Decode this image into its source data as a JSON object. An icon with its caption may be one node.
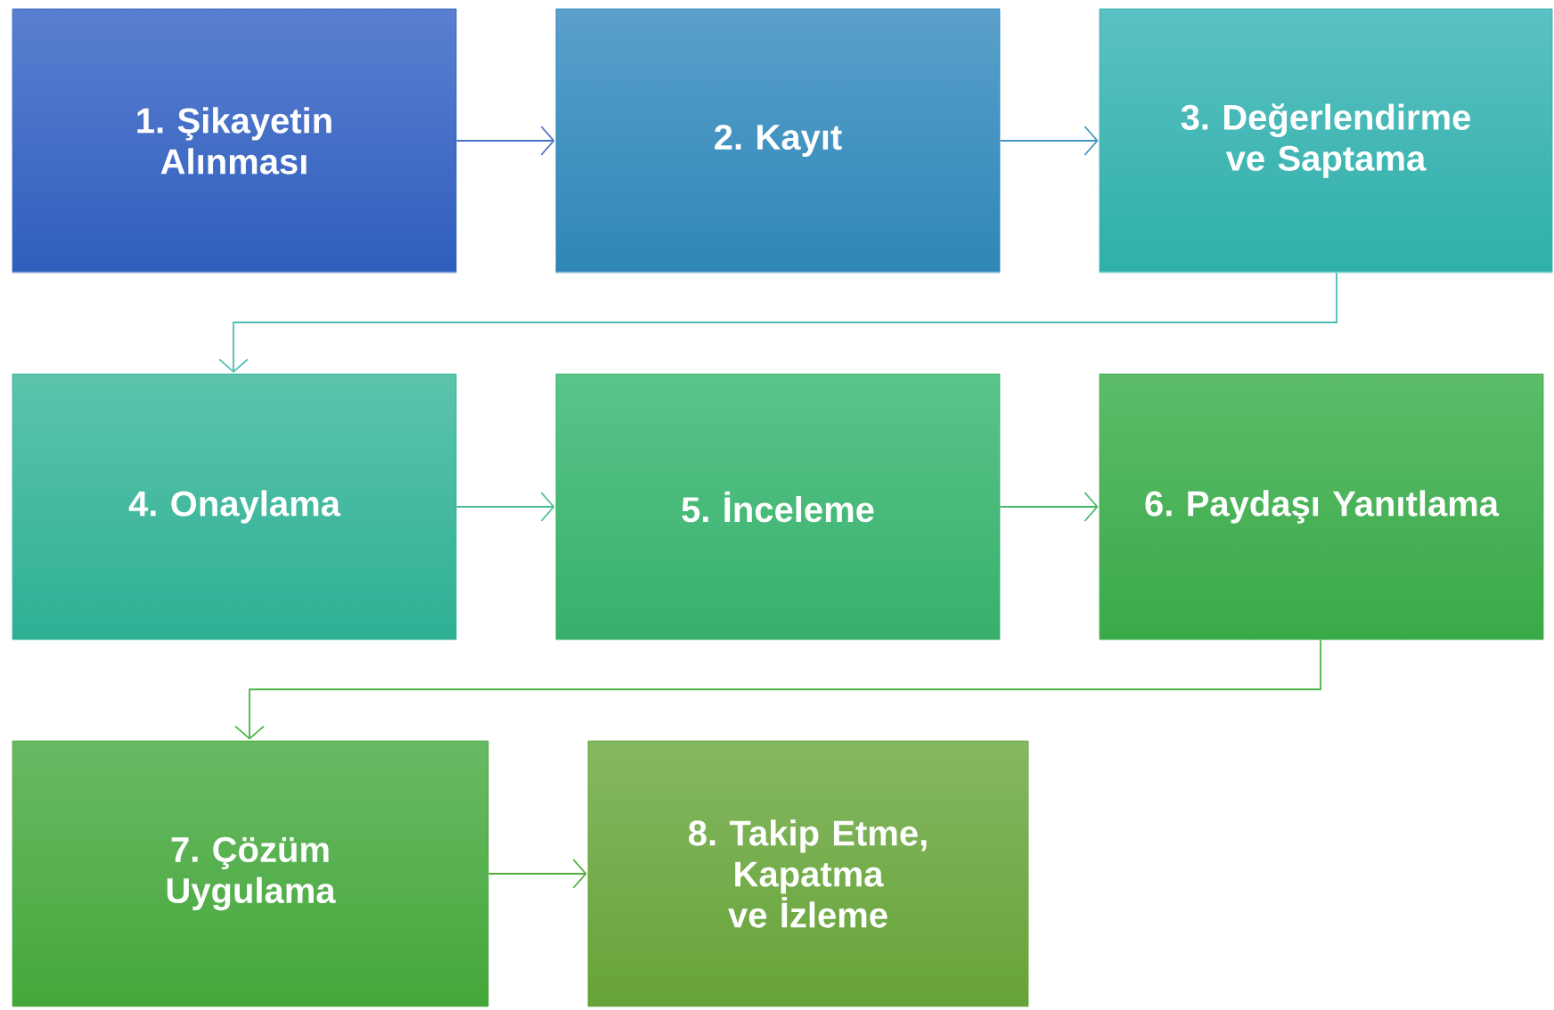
{
  "diagram": {
    "nodes": [
      {
        "text": [
          "1. Şikayetin Alınması"
        ]
      },
      {
        "text": [
          "2. Kayıt"
        ]
      },
      {
        "text": [
          "3. Değerlendirme ve Saptama"
        ]
      },
      {
        "text": [
          "4. Onaylama"
        ]
      },
      {
        "text": [
          "5. İnceleme"
        ]
      },
      {
        "text": [
          "6. Paydaşı Yanıtlama"
        ]
      },
      {
        "text": [
          "7. Çözüm Uygulama"
        ]
      },
      {
        "text": [
          "8. Takip Etme, Kapatma ve İzleme"
        ]
      }
    ],
    "edges": [
      {
        "from": 0,
        "to": 1,
        "arrow": "to",
        "color": "#4a72c4"
      },
      {
        "from": 1,
        "to": 2,
        "arrow": "to",
        "color": "#3f95c2"
      },
      {
        "from": 2,
        "to": 3,
        "arrow": "to",
        "color": "#4bbcb4"
      },
      {
        "from": 3,
        "to": 4,
        "arrow": "to",
        "color": "#4cbd92"
      },
      {
        "from": 4,
        "to": 5,
        "arrow": "to",
        "color": "#48b868"
      },
      {
        "from": 5,
        "to": 6,
        "arrow": "to",
        "color": "#4cb348"
      },
      {
        "from": 6,
        "to": 7,
        "arrow": "to",
        "color": "#52ad3e"
      }
    ]
  }
}
